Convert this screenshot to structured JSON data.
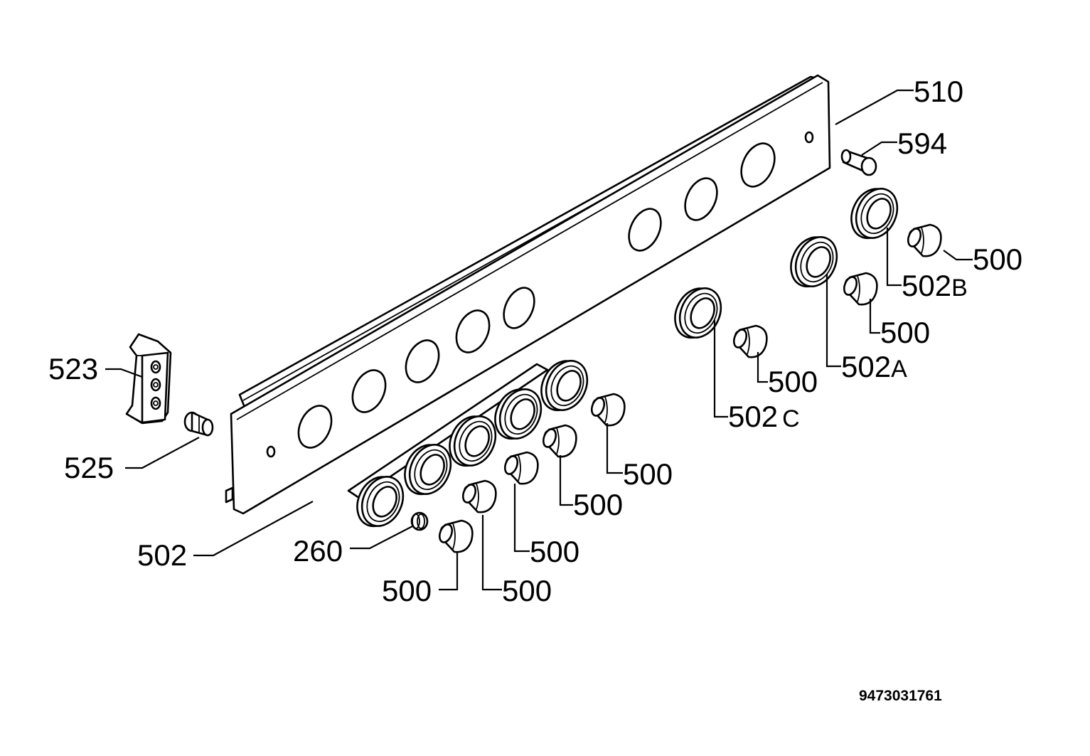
{
  "labels": {
    "l510": "510",
    "l594": "594",
    "l523": "523",
    "l525": "525",
    "l502": "502",
    "l260": "260",
    "l502a": "502",
    "l502a_suffix": "A",
    "l502b": "502",
    "l502b_suffix": "B",
    "l502c": "502",
    "l502c_suffix": "C",
    "knob": "500"
  },
  "document_number": "9473031761",
  "colors": {
    "line": "#000000",
    "background": "#ffffff"
  },
  "icons": [
    "control-panel",
    "bracket",
    "screw",
    "bezel-ring",
    "knob",
    "spring"
  ]
}
